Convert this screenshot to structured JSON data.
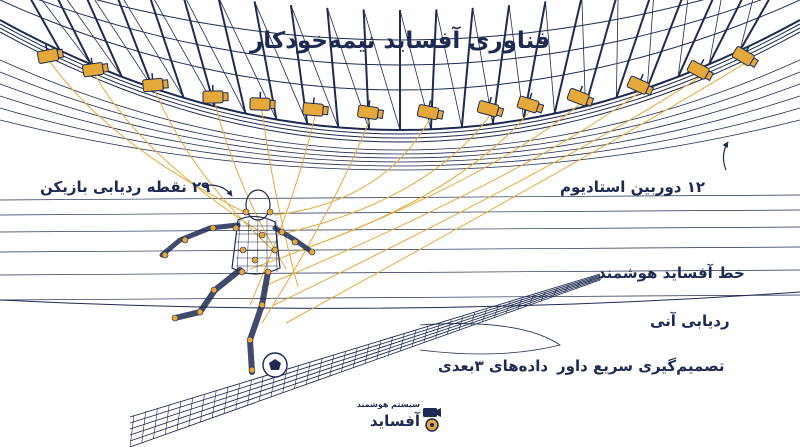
{
  "title": "فناوری آفساید نیمه‌خودکار",
  "labels": {
    "player_points": "۲۹ نقطه ردیابی بازیکن",
    "stadium_cameras": "۱۲ دوربین استادیوم",
    "smart_offside_line": "خط آفساید هوشمند",
    "instant_tracking": "ردیابی آنی",
    "fast_referee_decision": "تصمیم‌گیری سریع داور",
    "data_3d": "داده‌های ۳بعدی"
  },
  "logo": {
    "subtitle": "سیستم هوشمند",
    "name": "آفساید"
  },
  "colors": {
    "navy": "#1e2a52",
    "accent": "#e4a93a",
    "background": "#ffffff"
  },
  "icons": [
    "stadium-camera-icon",
    "camera-logo-icon",
    "football-icon",
    "arrow-icon"
  ]
}
